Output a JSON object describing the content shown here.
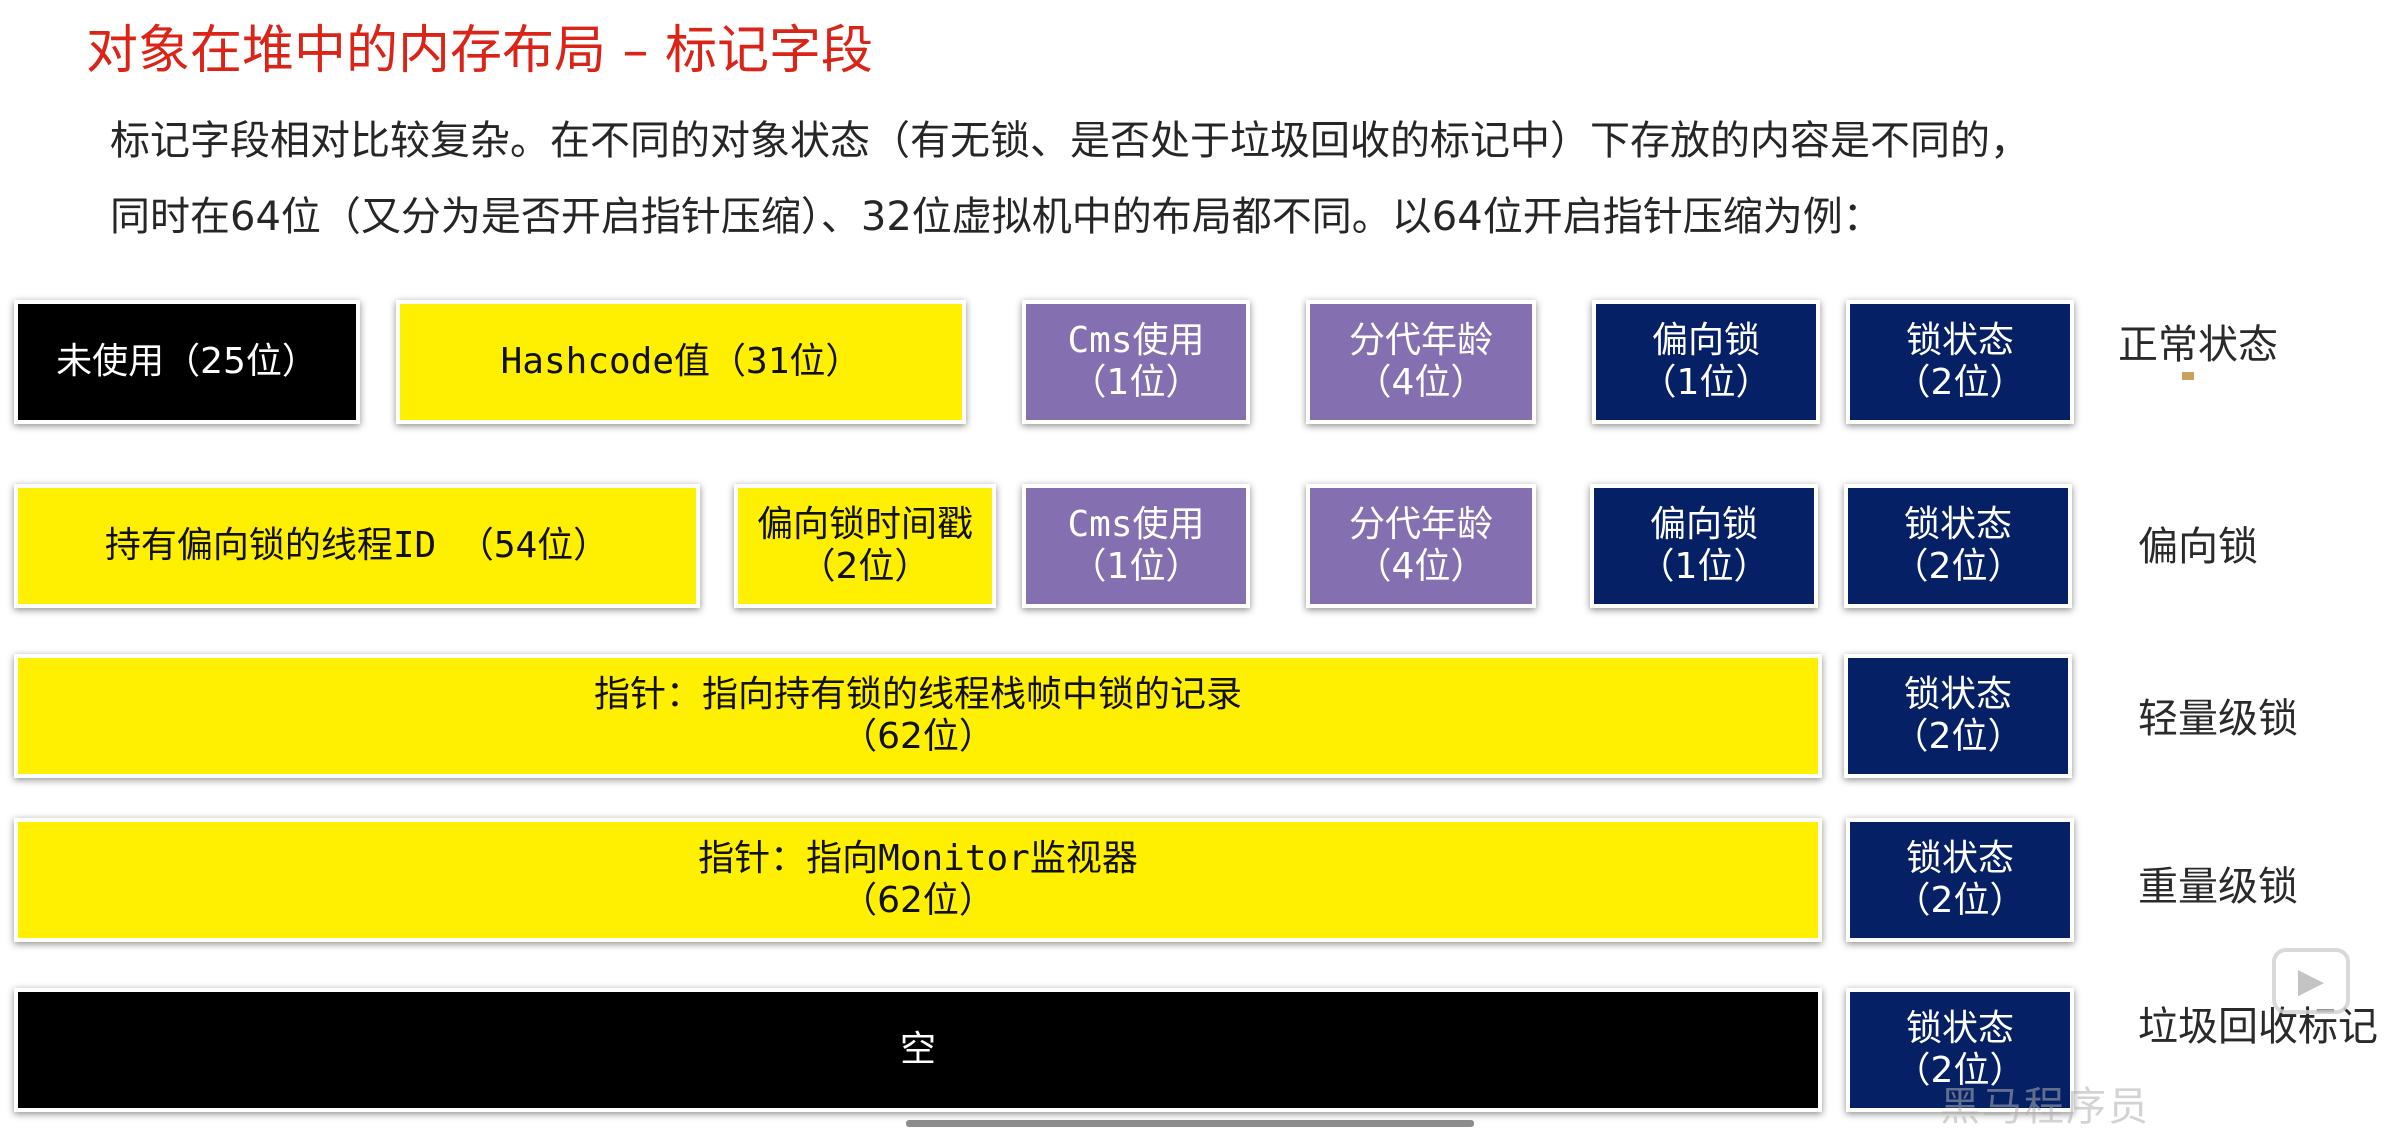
{
  "title": "对象在堆中的内存布局 – 标记字段",
  "description": {
    "line1": "标记字段相对比较复杂。在不同的对象状态（有无锁、是否处于垃圾回收的标记中）下存放的内容是不同的，",
    "line2": "同时在64位（又分为是否开启指针压缩）、32位虚拟机中的布局都不同。以64位开启指针压缩为例："
  },
  "colors": {
    "title": "#d92417",
    "black": "#000000",
    "yellow": "#ffef00",
    "purple": "#8470b0",
    "navy": "#062066"
  },
  "rows": [
    {
      "state": "正常状态",
      "cells": [
        {
          "line1": "未使用（25位）",
          "line2": ""
        },
        {
          "line1": "Hashcode值（31位）",
          "line2": ""
        },
        {
          "line1": "Cms使用",
          "line2": "（1位）"
        },
        {
          "line1": "分代年龄",
          "line2": "（4位）"
        },
        {
          "line1": "偏向锁",
          "line2": "（1位）"
        },
        {
          "line1": "锁状态",
          "line2": "（2位）"
        }
      ]
    },
    {
      "state": "偏向锁",
      "cells": [
        {
          "line1": "持有偏向锁的线程ID （54位）",
          "line2": ""
        },
        {
          "line1": "偏向锁时间戳",
          "line2": "（2位）"
        },
        {
          "line1": "Cms使用",
          "line2": "（1位）"
        },
        {
          "line1": "分代年龄",
          "line2": "（4位）"
        },
        {
          "line1": "偏向锁",
          "line2": "（1位）"
        },
        {
          "line1": "锁状态",
          "line2": "（2位）"
        }
      ]
    },
    {
      "state": "轻量级锁",
      "cells": [
        {
          "line1": "指针：指向持有锁的线程栈帧中锁的记录",
          "line2": "（62位）"
        },
        {
          "line1": "锁状态",
          "line2": "（2位）"
        }
      ]
    },
    {
      "state": "重量级锁",
      "cells": [
        {
          "line1": "指针：指向Monitor监视器",
          "line2": "（62位）"
        },
        {
          "line1": "锁状态",
          "line2": "（2位）"
        }
      ]
    },
    {
      "state": "垃圾回收标记",
      "cells": [
        {
          "line1": "空",
          "line2": ""
        },
        {
          "line1": "锁状态",
          "line2": "（2位）"
        }
      ]
    }
  ],
  "watermark": {
    "text": "黑马程序员",
    "icon": "video-player-icon"
  }
}
